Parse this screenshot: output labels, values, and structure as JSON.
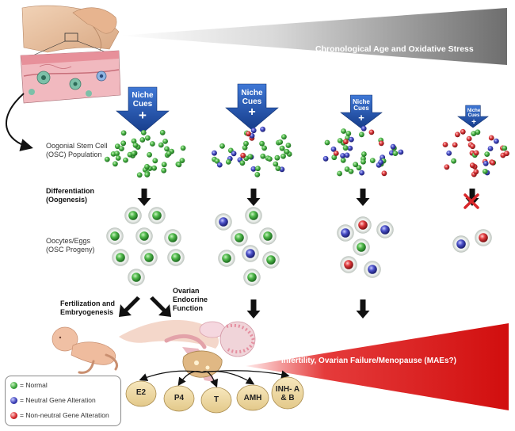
{
  "banners": {
    "top": "Chronological Age and Oxidative Stress",
    "bottom": "Infertility, Ovarian Failure/Menopause (MAEs?)"
  },
  "labels": {
    "osc_population": "Oogonial Stem Cell (OSC) Population",
    "differentiation": "Differentiation (Oogenesis)",
    "oocytes": "Oocytes/Eggs (OSC Progeny)",
    "fertilization": "Fertilization and Embryogenesis",
    "ovarian": "Ovarian Endocrine Function"
  },
  "niche_cue": {
    "line1": "Niche",
    "line2": "Cues",
    "symbol": "+"
  },
  "hormones": [
    "E2",
    "P4",
    "T",
    "AMH",
    "INH- A & B"
  ],
  "legend": [
    {
      "text": "= Normal",
      "color": "#3aa63a"
    },
    {
      "text": "= Neutral Gene Alteration",
      "color": "#3b3fb8"
    },
    {
      "text": "= Non-neutral Gene Alteration",
      "color": "#d8262a"
    }
  ],
  "colors": {
    "normal": "#3aa63a",
    "neutral": "#3b3fb8",
    "nonneutral": "#d8262a",
    "top_banner": "#7b7b7b",
    "bottom_banner": "#e21d1d",
    "niche_arrow": "#1d4fa6"
  },
  "icons": [
    "fetus-icon",
    "reproductive-tract-icon",
    "ovary-tissue-icon",
    "block-x-icon"
  ]
}
